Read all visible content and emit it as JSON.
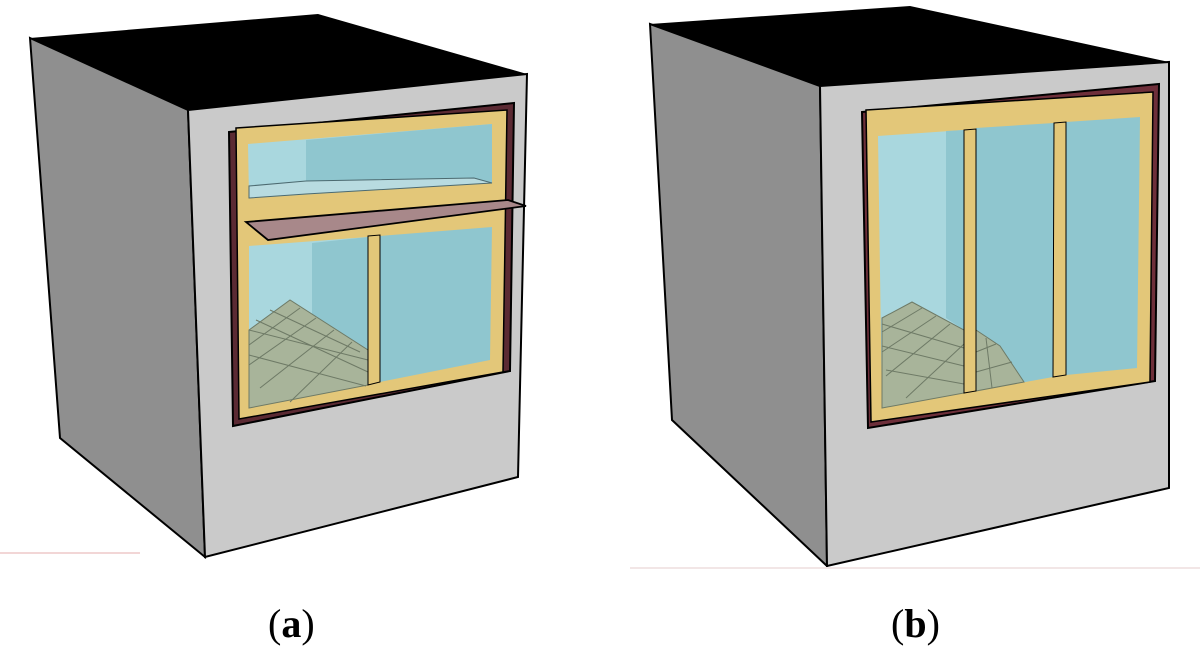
{
  "panels": [
    {
      "id": "a",
      "letter": "a",
      "description_variant": "window-with-horizontal-shading-panel"
    },
    {
      "id": "b",
      "letter": "b",
      "description_variant": "window-with-three-panes"
    }
  ],
  "colors": {
    "roof": "#000000",
    "wall_front": "#c9c9c9",
    "wall_side": "#8f8f8f",
    "frame": "#e3c779",
    "frame_outer": "#6e2f3a",
    "glass": "#8fc6cf",
    "glass_back": "#a9d7de",
    "floor": "#a8b49a",
    "floor_lines": "#6e7a66",
    "shade_panel": "#a8888a",
    "outline": "#000000"
  }
}
